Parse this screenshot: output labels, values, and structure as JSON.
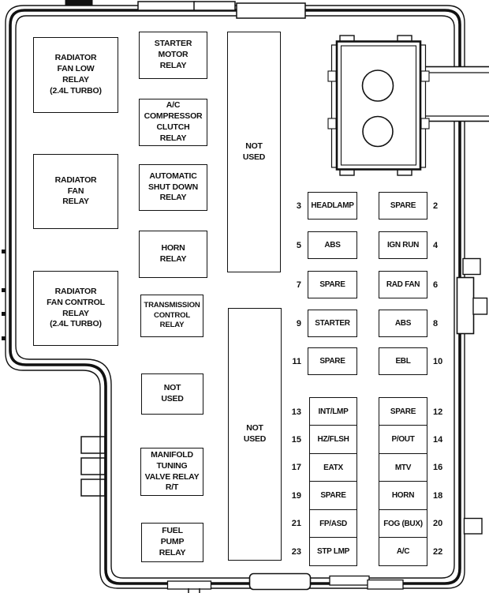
{
  "diagram": {
    "title": "Fuse box diagram",
    "colors": {
      "line": "#111111",
      "background": "#ffffff"
    },
    "relays": [
      {
        "name": "radiator-fan-low-relay",
        "label": "RADIATOR\nFAN LOW\nRELAY\n(2.4L TURBO)"
      },
      {
        "name": "starter-motor-relay",
        "label": "STARTER\nMOTOR\nRELAY"
      },
      {
        "name": "ac-compressor-clutch-relay",
        "label": "A/C\nCOMPRESSOR\nCLUTCH\nRELAY"
      },
      {
        "name": "radiator-fan-relay",
        "label": "RADIATOR\nFAN\nRELAY"
      },
      {
        "name": "automatic-shut-down-relay",
        "label": "AUTOMATIC\nSHUT DOWN\nRELAY"
      },
      {
        "name": "horn-relay",
        "label": "HORN\nRELAY"
      },
      {
        "name": "radiator-fan-control-relay",
        "label": "RADIATOR\nFAN CONTROL\nRELAY\n(2.4L TURBO)"
      },
      {
        "name": "transmission-control-relay",
        "label": "TRANSMISSION\nCONTROL\nRELAY"
      },
      {
        "name": "not-used-relay-slot",
        "label": "NOT\nUSED"
      },
      {
        "name": "manifold-tuning-valve-relay",
        "label": "MANIFOLD\nTUNING\nVALVE RELAY\nR/T"
      },
      {
        "name": "fuel-pump-relay",
        "label": "FUEL\nPUMP\nRELAY"
      },
      {
        "name": "not-used-strip-top",
        "label": "NOT\nUSED"
      },
      {
        "name": "not-used-strip-bottom",
        "label": "NOT\nUSED"
      }
    ],
    "fuse_grid_top": [
      {
        "left_num": "3",
        "left": "HEADLAMP",
        "right": "SPARE",
        "right_num": "2"
      },
      {
        "left_num": "5",
        "left": "ABS",
        "right": "IGN RUN",
        "right_num": "4"
      },
      {
        "left_num": "7",
        "left": "SPARE",
        "right": "RAD FAN",
        "right_num": "6"
      },
      {
        "left_num": "9",
        "left": "STARTER",
        "right": "ABS",
        "right_num": "8"
      },
      {
        "left_num": "11",
        "left": "SPARE",
        "right": "EBL",
        "right_num": "10"
      }
    ],
    "fuse_grid_bottom": [
      {
        "left_num": "13",
        "left": "INT/LMP",
        "right": "SPARE",
        "right_num": "12"
      },
      {
        "left_num": "15",
        "left": "HZ/FLSH",
        "right": "P/OUT",
        "right_num": "14"
      },
      {
        "left_num": "17",
        "left": "EATX",
        "right": "MTV",
        "right_num": "16"
      },
      {
        "left_num": "19",
        "left": "SPARE",
        "right": "HORN",
        "right_num": "18"
      },
      {
        "left_num": "21",
        "left": "FP/ASD",
        "right": "FOG (BUX)",
        "right_num": "20"
      },
      {
        "left_num": "23",
        "left": "STP LMP",
        "right": "A/C",
        "right_num": "22"
      }
    ]
  }
}
